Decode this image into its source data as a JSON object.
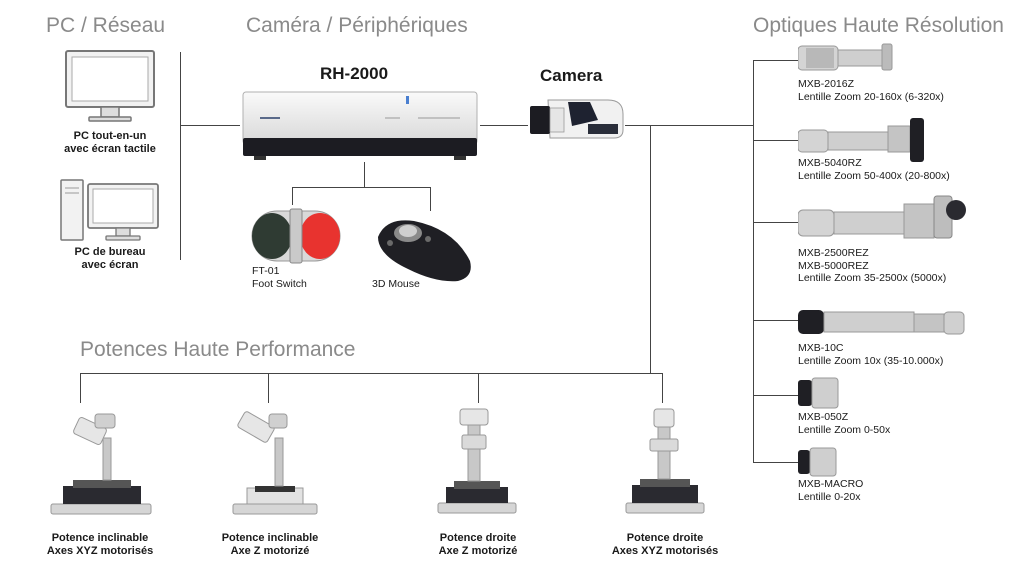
{
  "sections": {
    "pc": "PC / Réseau",
    "camera_peripherals": "Caméra / Périphériques",
    "optics": "Optiques Haute Résolution",
    "stands": "Potences Haute Performance"
  },
  "pcs": [
    {
      "line1": "PC tout-en-un",
      "line2": "avec écran tactile"
    },
    {
      "line1": "PC de bureau",
      "line2": "avec écran"
    }
  ],
  "controller": {
    "title": "RH-2000"
  },
  "camera": {
    "title": "Camera"
  },
  "peripherals": [
    {
      "line1": "FT-01",
      "line2": "Foot Switch"
    },
    {
      "line1": "3D Mouse",
      "line2": ""
    }
  ],
  "lenses": [
    {
      "model": "MXB-2016Z",
      "model2": "",
      "desc": "Lentille Zoom 20-160x (6-320x)"
    },
    {
      "model": "MXB-5040RZ",
      "model2": "",
      "desc": "Lentille Zoom 50-400x (20-800x)"
    },
    {
      "model": "MXB-2500REZ",
      "model2": "MXB-5000REZ",
      "desc": "Lentille Zoom 35-2500x (5000x)"
    },
    {
      "model": "MXB-10C",
      "model2": "",
      "desc": "Lentille Zoom 10x (35-10.000x)"
    },
    {
      "model": "MXB-050Z",
      "model2": "",
      "desc": "Lentille Zoom 0-50x"
    },
    {
      "model": "MXB-MACRO",
      "model2": "",
      "desc": "Lentille 0-20x"
    }
  ],
  "stands": [
    {
      "line1": "Potence inclinable",
      "line2": "Axes XYZ motorisés"
    },
    {
      "line1": "Potence inclinable",
      "line2": "Axe Z motorizé"
    },
    {
      "line1": "Potence droite",
      "line2": "Axe Z motorizé"
    },
    {
      "line1": "Potence droite",
      "line2": "Axes XYZ motorisés"
    }
  ],
  "colors": {
    "line": "#444444",
    "title_grey": "#8a8a8a",
    "red_pedal": "#e8332f",
    "green_pedal": "#2f3b33"
  }
}
